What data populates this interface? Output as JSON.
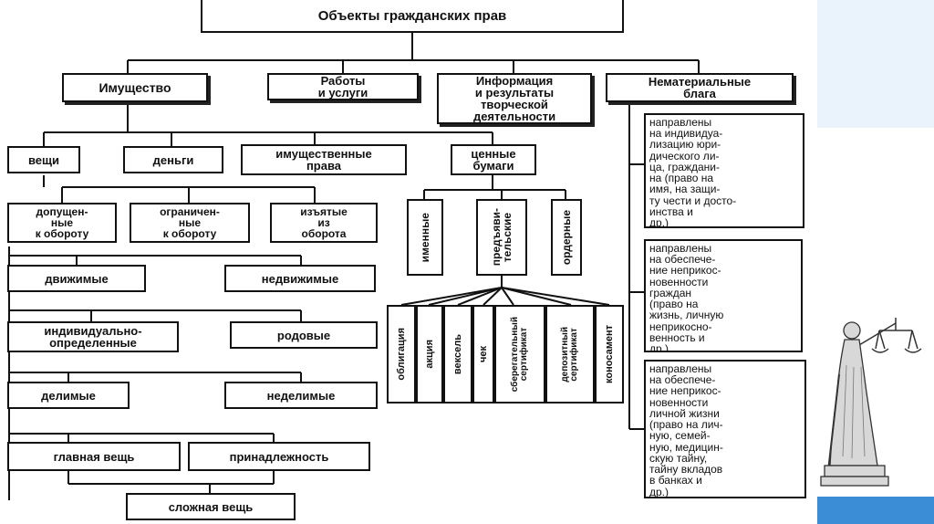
{
  "title": "Объекты гражданских прав",
  "categories": {
    "property": "Имущество",
    "works": "Работы\nи услуги",
    "info": "Информация\nи результаты\nтворческой\nдеятельности",
    "intangible": "Нематериальные\nблага"
  },
  "property_types": {
    "things": "вещи",
    "money": "деньги",
    "rights": "имущественные\nправа",
    "securities": "ценные\nбумаги"
  },
  "circulation": {
    "allowed": "допущен-\nные\nк обороту",
    "limited": "ограничен-\nные\nк обороту",
    "withdrawn": "изъятые\nиз\nоборота"
  },
  "classifications": {
    "movable": "движимые",
    "immovable": "недвижимые",
    "individual": "индивидуально-\nопределенные",
    "generic": "родовые",
    "divisible": "делимые",
    "indivisible": "неделимые",
    "main": "главная вещь",
    "accessory": "принадлежность",
    "complex": "сложная вещь"
  },
  "security_kinds": {
    "named": "именные",
    "bearer": "предъяви-\nтельские",
    "order": "ордерные"
  },
  "securities_list": [
    "облигация",
    "акция",
    "вексель",
    "чек",
    "сберегательный\nсертификат",
    "депозитный\nсертификат",
    "коносамент"
  ],
  "intangible_notes": [
    "направлены\nна индивидуа-\nлизацию юри-\nдического ли-\nца, граждани-\nна (право на\nимя, на защи-\nту чести и досто-\nинства и\nдр.)",
    "направлены\nна обеспече-\nние неприкос-\nновенности\nграждан\n(право на\nжизнь, личную\nнеприкосно-\nвенность и\nдр.)",
    "направлены\nна обеспече-\nние неприкос-\nновенности\nличной жизни\n(право на лич-\nную, семей-\nную, медицин-\nскую тайну,\nтайну вкладов\nв банках и\nдр.)"
  ],
  "colors": {
    "accent_blue": "#3b8ed6",
    "light_panel": "#eaf2fb",
    "ink": "#111111"
  },
  "icons": {
    "statue": "lady-justice-statue-icon"
  }
}
